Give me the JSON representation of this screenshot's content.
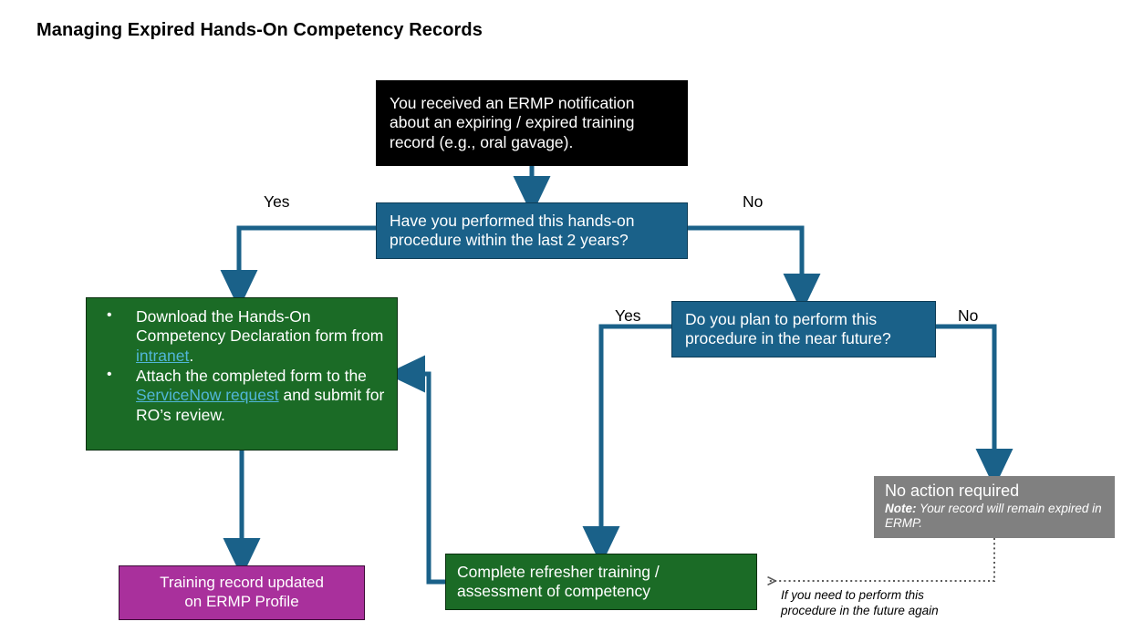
{
  "page": {
    "title": "Managing Expired Hands-On Competency Records",
    "background": "#ffffff"
  },
  "colors": {
    "black": "#000000",
    "blue": "#1a6189",
    "blue_border": "#0d3c56",
    "green": "#1b6b26",
    "purple": "#a9309c",
    "gray": "#808080",
    "link": "#51b6d8",
    "connector": "#1a6189"
  },
  "nodes": {
    "start": {
      "id": "start",
      "type": "terminator",
      "text": "You received an ERMP notification about an expiring / expired training record (e.g., oral gavage).",
      "fill": "#000000"
    },
    "decision1": {
      "id": "decision1",
      "type": "decision",
      "text": "Have you performed this hands-on procedure within the last 2 years?",
      "fill": "#1a6189"
    },
    "decision2": {
      "id": "decision2",
      "type": "decision",
      "text": "Do you plan to perform this procedure in the near future?",
      "fill": "#1a6189"
    },
    "green_steps": {
      "id": "green-steps",
      "type": "process",
      "fill": "#1b6b26",
      "bullets": [
        {
          "pre": "Download the Hands-On Competency Declaration form from ",
          "link": "intranet",
          "post": "."
        },
        {
          "pre": "Attach the completed form to the ",
          "link": "ServiceNow request",
          "post": " and submit for RO’s review."
        }
      ]
    },
    "refresher": {
      "id": "refresher",
      "type": "process",
      "text": "Complete refresher training / assessment of competency",
      "fill": "#1b6b26"
    },
    "purple_result": {
      "id": "purple-result",
      "type": "result",
      "line1": "Training record updated",
      "line2": "on ERMP Profile",
      "fill": "#a9309c"
    },
    "gray_noaction": {
      "id": "gray-noaction",
      "type": "result",
      "heading": "No action required",
      "note_label": "Note:",
      "note_text": " Your record will remain expired in ERMP.",
      "fill": "#808080"
    }
  },
  "edge_labels": {
    "yes_decision1": "Yes",
    "no_decision1": "No",
    "yes_decision2": "Yes",
    "no_decision2": "No"
  },
  "annotations": {
    "future_again_line1": "If you need to perform this",
    "future_again_line2": "procedure in the future again"
  }
}
